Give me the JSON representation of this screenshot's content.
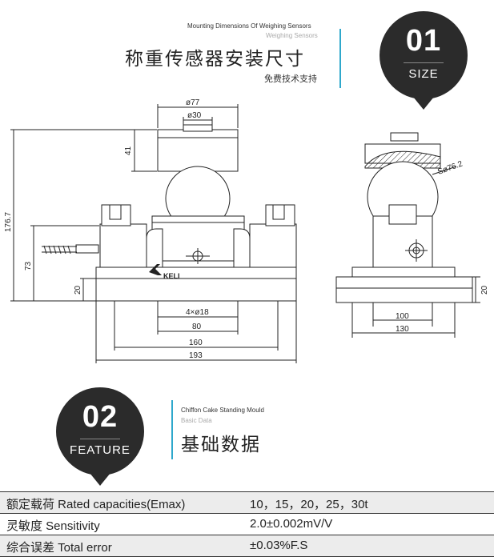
{
  "section1": {
    "badge_number": "01",
    "badge_word": "SIZE",
    "label_en_1": "Mounting Dimensions Of Weighing Sensors",
    "label_en_2": "Weighing Sensors",
    "title": "称重传感器安装尺寸",
    "note": "免费技术支持"
  },
  "drawing": {
    "dims": {
      "d77": "ø77",
      "d30": "ø30",
      "h41": "41",
      "h176": "176.7",
      "h73": "73",
      "h20_left": "20",
      "holes": "4×ø18",
      "w80": "80",
      "w160": "160",
      "w193": "193",
      "sr": "Sø76.2",
      "w100": "100",
      "w130": "130",
      "h20_right": "20"
    },
    "logo_text": "KELI"
  },
  "section2": {
    "badge_number": "02",
    "badge_word": "FEATURE",
    "label_en_1": "Chiffon Cake Standing Mould",
    "label_en_2": "Basic Data",
    "title": "基础数据"
  },
  "specs": [
    {
      "label": "额定载荷 Rated capacities(Emax)",
      "value": "10，15，20，25，30t"
    },
    {
      "label": "灵敏度 Sensitivity",
      "value": "2.0±0.002mV/V"
    },
    {
      "label": "综合误差 Total error",
      "value": "±0.03%F.S"
    }
  ]
}
